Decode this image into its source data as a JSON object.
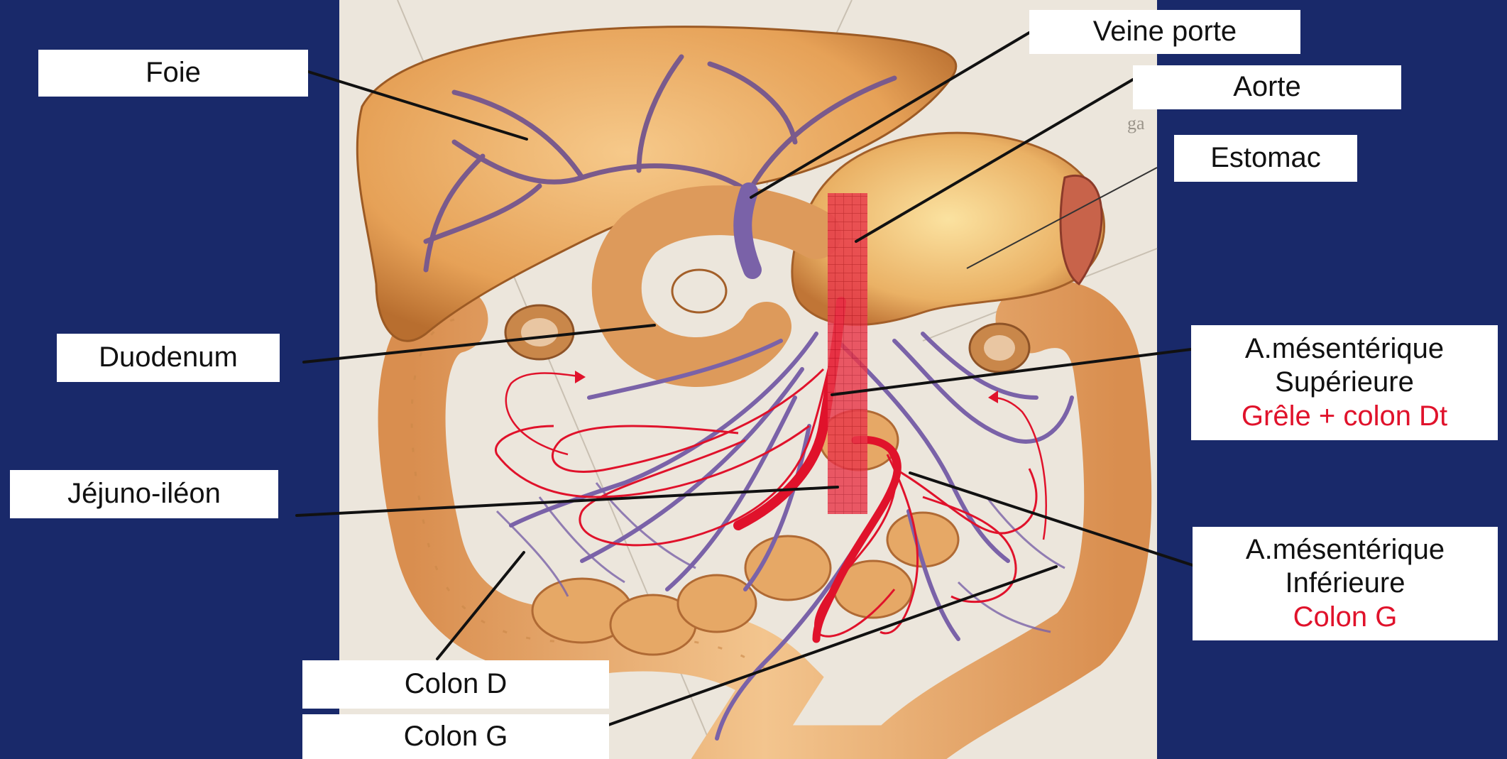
{
  "labels": {
    "foie": "Foie",
    "veine_porte": "Veine porte",
    "aorte": "Aorte",
    "estomac": "Estomac",
    "duodenum": "Duodenum",
    "jejuno_ileon": "Jéjuno-iléon",
    "ams_line1": "A.mésentérique",
    "ams_line2": "Supérieure",
    "ams_line3": "Grêle + colon Dt",
    "ami_line1": "A.mésentérique",
    "ami_line2": "Inférieure",
    "ami_line3": "Colon G",
    "colon_d": "Colon D",
    "colon_g": "Colon G"
  },
  "colors": {
    "background": "#19296a",
    "accent_red": "#e0122b",
    "vessel_purple": "#7a62a8",
    "organ_orange": "#e8a95a"
  }
}
